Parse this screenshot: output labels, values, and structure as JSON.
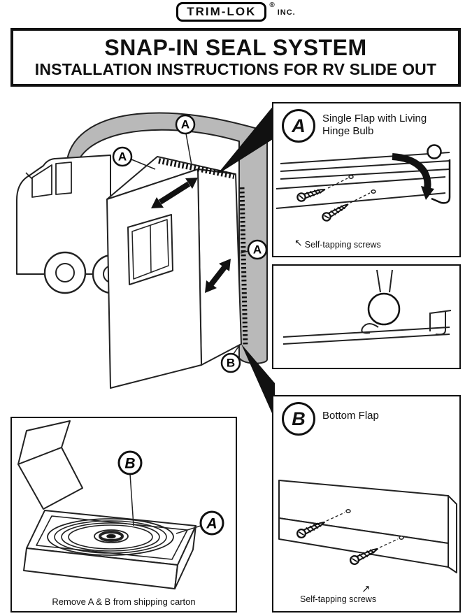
{
  "header": {
    "logo_text": "TRIM-LOK",
    "registered": "®",
    "inc": "INC."
  },
  "title": {
    "line1": "SNAP-IN SEAL SYSTEM",
    "line2": "INSTALLATION INSTRUCTIONS FOR RV SLIDE OUT"
  },
  "labels": {
    "a": "A",
    "b": "B"
  },
  "panel_a": {
    "label": "A",
    "title": "Single Flap with Living Hinge Bulb",
    "caption": "Self-tapping screws"
  },
  "panel_b": {
    "label": "B",
    "title": "Bottom Flap",
    "caption": "Self-tapping screws"
  },
  "carton": {
    "label_a": "A",
    "label_b": "B",
    "caption": "Remove A & B from shipping carton"
  },
  "icons": {
    "arrow_up_left": "↖",
    "arrow_up_right": "↗"
  }
}
